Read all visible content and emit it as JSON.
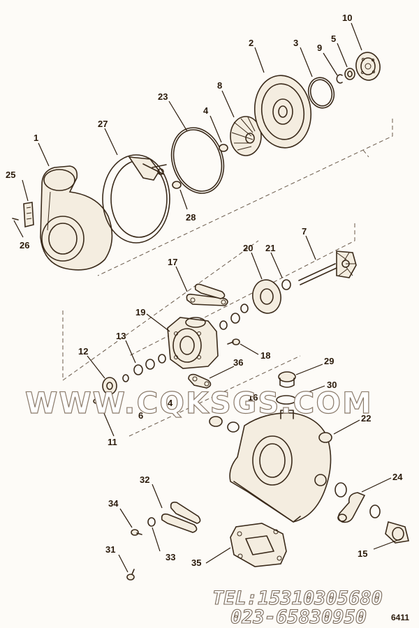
{
  "diagram": {
    "callouts": {
      "c1": "1",
      "c2": "2",
      "c3": "3",
      "c4a": "4",
      "c4b": "4",
      "c5": "5",
      "c6": "6",
      "c7": "7",
      "c8": "8",
      "c9": "9",
      "c10": "10",
      "c11": "11",
      "c12": "12",
      "c13": "13",
      "c15": "15",
      "c16": "16",
      "c17": "17",
      "c18": "18",
      "c19": "19",
      "c20": "20",
      "c21": "21",
      "c22": "22",
      "c23": "23",
      "c24": "24",
      "c25": "25",
      "c26": "26",
      "c27": "27",
      "c28": "28",
      "c29": "29",
      "c30": "30",
      "c31": "31",
      "c32": "32",
      "c33": "33",
      "c34": "34",
      "c35": "35",
      "c36": "36"
    },
    "watermark": "WWW.CQKSGS.COM",
    "contact": {
      "tel": "TEL:15310305680",
      "phone": "023-65830950"
    },
    "footer_code": "6411"
  }
}
